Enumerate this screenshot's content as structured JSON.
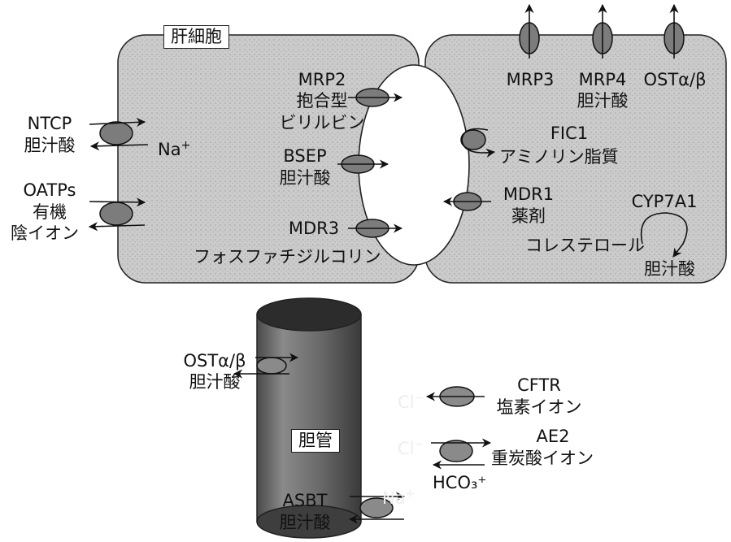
{
  "hepatocyte": {
    "title": "肝細胞",
    "ntcp": {
      "name": "NTCP",
      "substrate": "胆汁酸",
      "ion": "Na",
      "ion_sup": "+"
    },
    "oatps": {
      "name": "OATPs",
      "substrate_line1": "有機",
      "substrate_line2": "陰イオン"
    },
    "mrp2": {
      "name": "MRP2",
      "substrate_line1": "抱合型",
      "substrate_line2": "ビリルビン"
    },
    "bsep": {
      "name": "BSEP",
      "substrate": "胆汁酸"
    },
    "mdr3": {
      "name": "MDR3",
      "substrate": "フォスファチジルコリン"
    },
    "mrp3": {
      "name": "MRP3"
    },
    "mrp4": {
      "name": "MRP4",
      "substrate": "胆汁酸"
    },
    "ost_top": {
      "name": "OSTα/β"
    },
    "fic1": {
      "name": "FIC1",
      "substrate": "アミノリン脂質"
    },
    "mdr1": {
      "name": "MDR1",
      "substrate": "薬剤"
    },
    "cyp7a1": {
      "name": "CYP7A1",
      "from": "コレステロール",
      "to": "胆汁酸"
    }
  },
  "cholangiocyte": {
    "title": "胆管",
    "ost": {
      "name": "OSTα/β",
      "substrate": "胆汁酸"
    },
    "cftr": {
      "name": "CFTR",
      "substrate": "塩素イオン",
      "ion": "Cl",
      "ion_sup": "−"
    },
    "ae2": {
      "name": "AE2",
      "substrate": "重炭酸イオン",
      "ion": "Cl",
      "ion_sup": "−",
      "hco3": "HCO₃⁺"
    },
    "asbt": {
      "name": "ASBT",
      "substrate": "胆汁酸",
      "ion": "Na",
      "ion_sup": "+"
    }
  },
  "colors": {
    "cell_fill": "#c9c9c9",
    "duct_fill": "#6f6f6f",
    "transporter": "#7c7c7c",
    "line": "#111111"
  }
}
